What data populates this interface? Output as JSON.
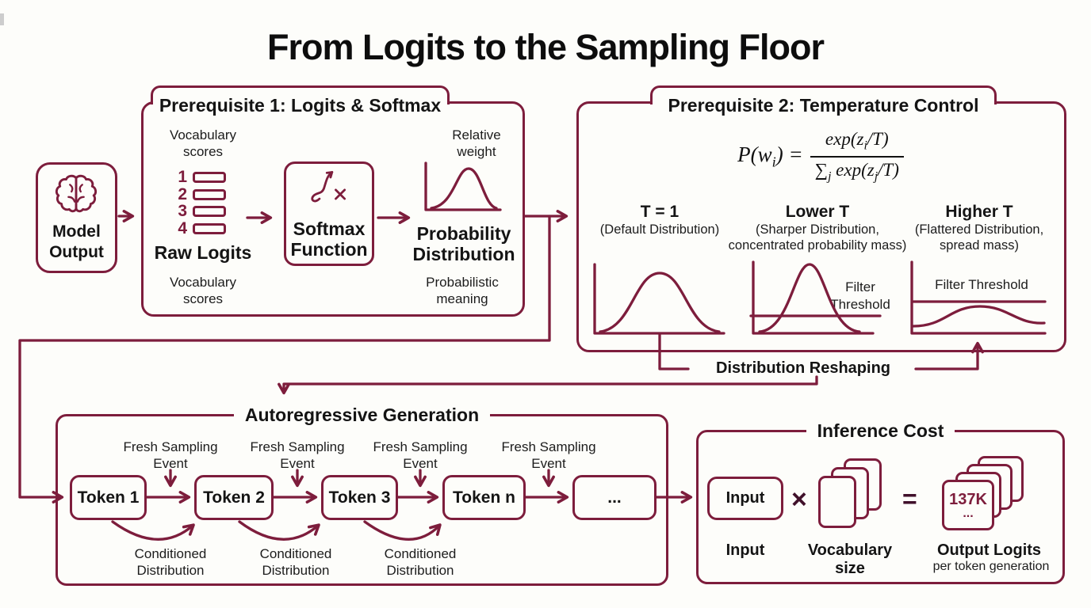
{
  "colors": {
    "maroon": "#7d1d3c",
    "ink": "#141414",
    "background": "#fdfdfa"
  },
  "title": "From Logits to the Sampling Floor",
  "model_output": {
    "line1": "Model",
    "line2": "Output"
  },
  "prereq1": {
    "title": "Prerequisite 1: Logits & Softmax",
    "vocab_scores": {
      "line1": "Vocabulary",
      "line2": "scores"
    },
    "logit_indices": [
      "1",
      "2",
      "3",
      "4"
    ],
    "raw_logits": "Raw Logits",
    "softmax": {
      "line1": "Softmax",
      "line2": "Function"
    },
    "probability": {
      "line1": "Probability",
      "line2": "Distribution"
    },
    "relative_weight": {
      "line1": "Relative",
      "line2": "weight"
    },
    "probabilistic_meaning": {
      "line1": "Probabilistic",
      "line2": "meaning"
    }
  },
  "prereq2": {
    "title": "Prerequisite 2: Temperature Control",
    "formula": {
      "lhs_main": "P(w",
      "lhs_sub": "i",
      "lhs_end": ") =",
      "num_main": "exp(z",
      "num_sub": "i",
      "num_end": "/T)",
      "den_sum": "∑",
      "den_sum_sub": "j",
      "den_main": " exp(z",
      "den_sub": "j",
      "den_end": "/T)"
    },
    "columns": [
      {
        "heading": "T = 1",
        "sub1": "(Default Distribution)"
      },
      {
        "heading": "Lower T",
        "sub1": "(Sharper Distribution,",
        "sub2": "concentrated probability mass)"
      },
      {
        "heading": "Higher T",
        "sub1": "(Flattered Distribution,",
        "sub2": "spread mass)"
      }
    ],
    "filter_threshold_two_line": {
      "line1": "Filter",
      "line2": "Threshold"
    },
    "filter_threshold_one_line": "Filter Threshold"
  },
  "distribution_reshaping": "Distribution Reshaping",
  "autoregressive": {
    "title": "Autoregressive Generation",
    "tokens": [
      {
        "label": "Token 1"
      },
      {
        "label": "Token 2"
      },
      {
        "label": "Token 3"
      },
      {
        "label": "Token n"
      },
      {
        "label": "..."
      }
    ],
    "fresh_sampling": {
      "line1": "Fresh Sampling",
      "line2": "Event"
    },
    "conditioned": {
      "line1": "Conditioned",
      "line2": "Distribution"
    }
  },
  "inference": {
    "title": "Inference Cost",
    "input_box": "Input",
    "input_label": "Input",
    "multiply": "×",
    "equals": "=",
    "vocabulary_label": {
      "line1": "Vocabulary",
      "line2": "size"
    },
    "output_card": {
      "value": "137K",
      "dots": "..."
    },
    "output_label": "Output Logits",
    "output_sublabel": "per token generation"
  }
}
